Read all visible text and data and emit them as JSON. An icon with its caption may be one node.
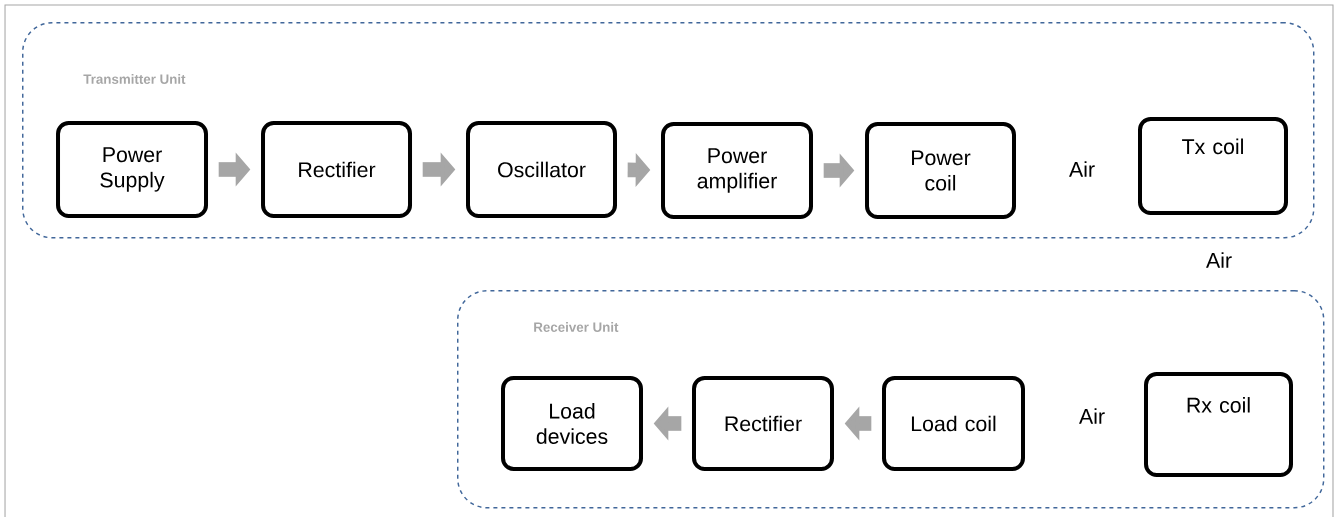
{
  "diagram": {
    "nodes": [
      {
        "text": [
          "Transmitter Unit"
        ]
      },
      {
        "text": [
          "Power Supply"
        ],
        "in": 0
      },
      {
        "text": [
          "Rectifier"
        ],
        "in": 0
      },
      {
        "text": [
          "Oscillator"
        ],
        "in": 0
      },
      {
        "text": [
          "Power amplifier"
        ],
        "in": 0
      },
      {
        "text": [
          "Power coil"
        ],
        "in": 0
      },
      {
        "text": [
          "Tx coil"
        ],
        "in": 0
      },
      {
        "text": [
          "Receiver Unit"
        ]
      },
      {
        "text": [
          "Load devices"
        ],
        "in": 7
      },
      {
        "text": [
          "Rectifier"
        ],
        "in": 7
      },
      {
        "text": [
          "Load coil"
        ],
        "in": 7
      },
      {
        "text": [
          "Rx coil"
        ],
        "in": 7
      }
    ],
    "edges": [
      {
        "from": 1,
        "to": 2,
        "arrow": "to"
      },
      {
        "from": 2,
        "to": 3,
        "arrow": "to"
      },
      {
        "from": 3,
        "to": 4,
        "arrow": "to"
      },
      {
        "from": 4,
        "to": 5,
        "arrow": "to"
      },
      {
        "from": 10,
        "to": 9,
        "arrow": "to"
      },
      {
        "from": 9,
        "to": 8,
        "arrow": "to"
      }
    ],
    "labels": [
      "Air",
      "Air",
      "Air"
    ]
  }
}
